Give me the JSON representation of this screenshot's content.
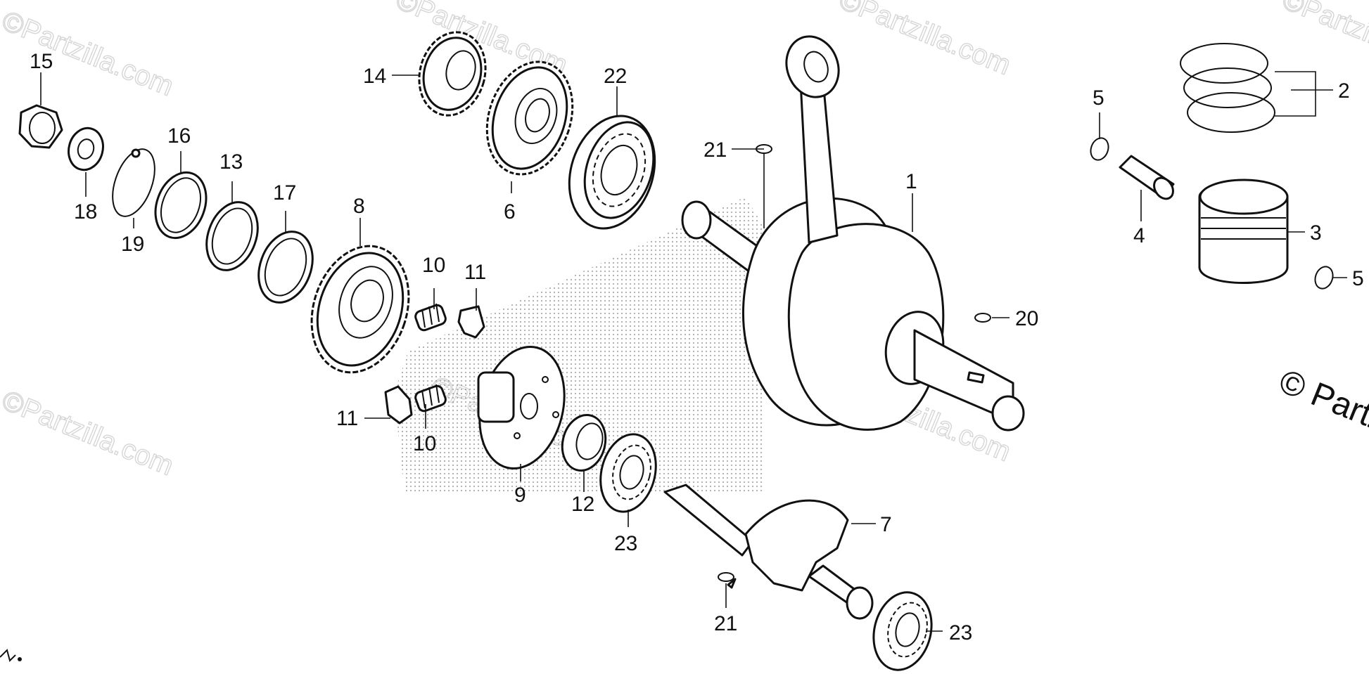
{
  "watermark": {
    "text": "©Partzilla.com",
    "corner_text": "© Partzi"
  },
  "callouts": [
    {
      "id": "c1",
      "label": "1"
    },
    {
      "id": "c2",
      "label": "2"
    },
    {
      "id": "c3",
      "label": "3"
    },
    {
      "id": "c4",
      "label": "4"
    },
    {
      "id": "c5a",
      "label": "5"
    },
    {
      "id": "c5b",
      "label": "5"
    },
    {
      "id": "c6",
      "label": "6"
    },
    {
      "id": "c7",
      "label": "7"
    },
    {
      "id": "c8",
      "label": "8"
    },
    {
      "id": "c9",
      "label": "9"
    },
    {
      "id": "c10a",
      "label": "10"
    },
    {
      "id": "c10b",
      "label": "10"
    },
    {
      "id": "c11a",
      "label": "11"
    },
    {
      "id": "c11b",
      "label": "11"
    },
    {
      "id": "c12",
      "label": "12"
    },
    {
      "id": "c13",
      "label": "13"
    },
    {
      "id": "c14",
      "label": "14"
    },
    {
      "id": "c15",
      "label": "15"
    },
    {
      "id": "c16",
      "label": "16"
    },
    {
      "id": "c17",
      "label": "17"
    },
    {
      "id": "c18",
      "label": "18"
    },
    {
      "id": "c19",
      "label": "19"
    },
    {
      "id": "c20",
      "label": "20"
    },
    {
      "id": "c21a",
      "label": "21"
    },
    {
      "id": "c21b",
      "label": "21"
    },
    {
      "id": "c22",
      "label": "22"
    },
    {
      "id": "c23a",
      "label": "23"
    },
    {
      "id": "c23b",
      "label": "23"
    }
  ]
}
